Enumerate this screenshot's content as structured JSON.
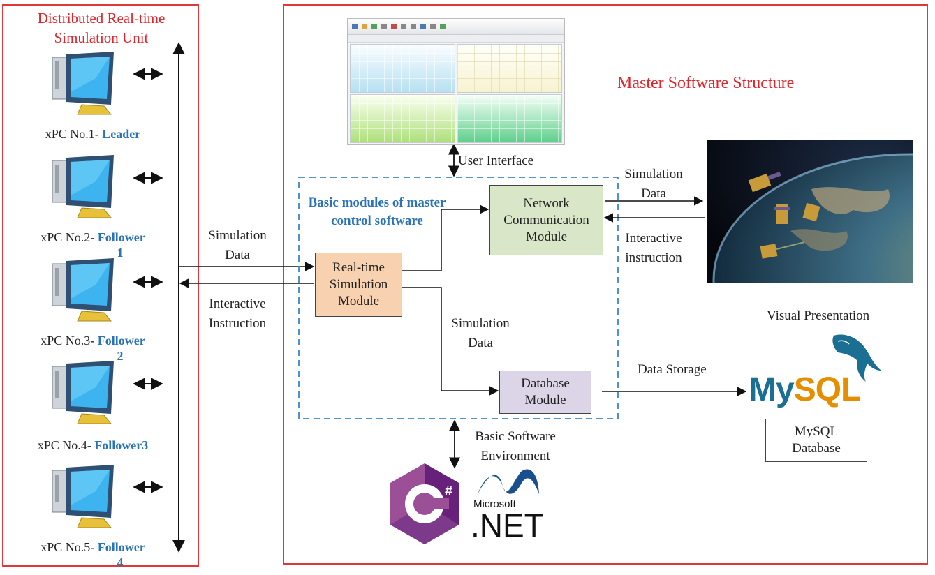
{
  "left_panel": {
    "title_line1": "Distributed Real-time",
    "title_line2": "Simulation Unit",
    "nodes": [
      {
        "prefix": "xPC No.1-",
        "role": "Leader",
        "role_cont": ""
      },
      {
        "prefix": "xPC No.2-",
        "role": "Follower",
        "role_cont": "1"
      },
      {
        "prefix": "xPC No.3-",
        "role": "Follower",
        "role_cont": "2"
      },
      {
        "prefix": "xPC No.4-",
        "role": "Follower3",
        "role_cont": ""
      },
      {
        "prefix": "xPC No.5-",
        "role": "Follower",
        "role_cont": "4"
      }
    ]
  },
  "right_panel": {
    "title": "Master Software Structure",
    "dashed_title_line1": "Basic modules of master",
    "dashed_title_line2": "control software",
    "user_interface": "User Interface",
    "modules": {
      "network": [
        "Network",
        "Communication",
        "Module"
      ],
      "realtime": [
        "Real-time",
        "Simulation",
        "Module"
      ],
      "database": [
        "Database",
        "Module"
      ]
    },
    "edges": {
      "sim_data_right": [
        "Simulation",
        "Data"
      ],
      "interactive_instruction_right": [
        "Interactive",
        "instruction"
      ],
      "sim_data_down": [
        "Simulation",
        "Data"
      ],
      "data_storage": "Data Storage",
      "basic_env": [
        "Basic Software",
        "Environment"
      ]
    },
    "visual_presentation": "Visual Presentation",
    "mysql_box": [
      "MySQL",
      "Database"
    ],
    "mysql_logo_left": "My",
    "mysql_logo_right": "SQL",
    "dotnet_small": "Microsoft",
    "dotnet_big": ".NET",
    "csharp_symbol": "C",
    "csharp_hash": "#"
  },
  "middle": {
    "sim_data": [
      "Simulation",
      "Data"
    ],
    "interactive": [
      "Interactive",
      "Instruction"
    ]
  },
  "colors": {
    "frame": "#e0373b",
    "title_red": "#e0242a",
    "blue_text": "#2a73b6",
    "dashed": "#3a87c8",
    "network_fill": "#d9e6c8",
    "realtime_fill": "#f8d2b0",
    "database_fill": "#dcd5e8"
  }
}
